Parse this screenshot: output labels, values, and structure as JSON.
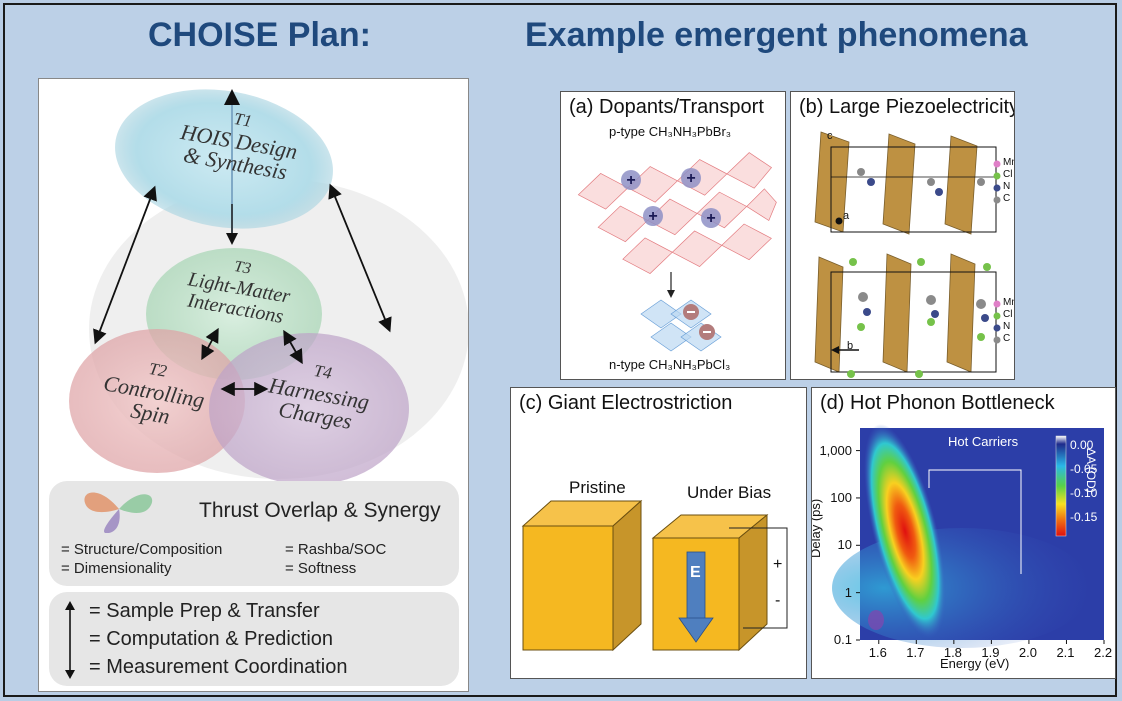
{
  "headings": {
    "left": "CHOISE Plan:",
    "right": "Example emergent phenomena"
  },
  "plan": {
    "circles": {
      "t1": {
        "id": "T1",
        "line1": "HOIS Design",
        "line2": "& Synthesis"
      },
      "t3": {
        "id": "T3",
        "line1": "Light-Matter",
        "line2": "Interactions"
      },
      "t2": {
        "id": "T2",
        "line1": "Controlling",
        "line2": "Spin"
      },
      "t4": {
        "id": "T4",
        "line1": "Harnessing",
        "line2": "Charges"
      }
    },
    "overlap": {
      "title": "Thrust Overlap & Synergy",
      "item1": "= Structure/Composition",
      "item2": "= Rashba/SOC",
      "item3": "= Dimensionality",
      "item4": "= Softness"
    },
    "arrows_legend": {
      "item1": "= Sample Prep & Transfer",
      "item2": "= Computation & Prediction",
      "item3": "= Measurement Coordination"
    },
    "colors": {
      "t1": "#b3dde9",
      "t3": "#bfe3cc",
      "t2": "#e9b6b6",
      "t4": "#cdb6d4"
    }
  },
  "panels": {
    "a": {
      "title": "(a) Dopants/Transport",
      "top_label": "p-type CH₃NH₃PbBr₃",
      "bottom_label": "n-type CH₃NH₃PbCl₃"
    },
    "b": {
      "title": "(b) Large Piezoelectricity",
      "legend": [
        "Mn",
        "Cl",
        "N",
        "C"
      ],
      "axis_c": "c",
      "axis_a": "a",
      "axis_b": "b"
    },
    "c": {
      "title": "(c) Giant Electrostriction",
      "left_label": "Pristine",
      "right_label": "Under Bias",
      "field": "E",
      "plus": "+",
      "minus": "-"
    },
    "d": {
      "title": "(d) Hot Phonon Bottleneck",
      "annotation": "Hot Carriers",
      "ylabel": "Delay (ps)",
      "xlabel": "Energy (eV)",
      "yticks": [
        "1,000",
        "100",
        "10",
        "1",
        "0.1"
      ],
      "xticks": [
        "1.6",
        "1.7",
        "1.8",
        "1.9",
        "2.0",
        "2.1",
        "2.2"
      ],
      "colorbar_label": "ΔA (OD)",
      "colorbar_ticks": [
        "0.00",
        "-0.05",
        "-0.10",
        "-0.15"
      ]
    }
  },
  "chart_data": {
    "type": "heatmap",
    "title": "(d) Hot Phonon Bottleneck",
    "xlabel": "Energy (eV)",
    "ylabel": "Delay (ps)",
    "xlim": [
      1.55,
      2.2
    ],
    "ylim": [
      0.1,
      3000
    ],
    "yscale": "log",
    "x_ticks": [
      1.6,
      1.7,
      1.8,
      1.9,
      2.0,
      2.1,
      2.2
    ],
    "y_ticks": [
      0.1,
      1,
      10,
      100,
      1000
    ],
    "colorbar": {
      "label": "ΔA (OD)",
      "range": [
        -0.17,
        0.02
      ],
      "ticks": [
        0.0,
        -0.05,
        -0.1,
        -0.15
      ]
    },
    "annotation": "Hot Carriers",
    "peak": {
      "energy": 1.67,
      "delay": 20,
      "value": -0.17
    }
  }
}
